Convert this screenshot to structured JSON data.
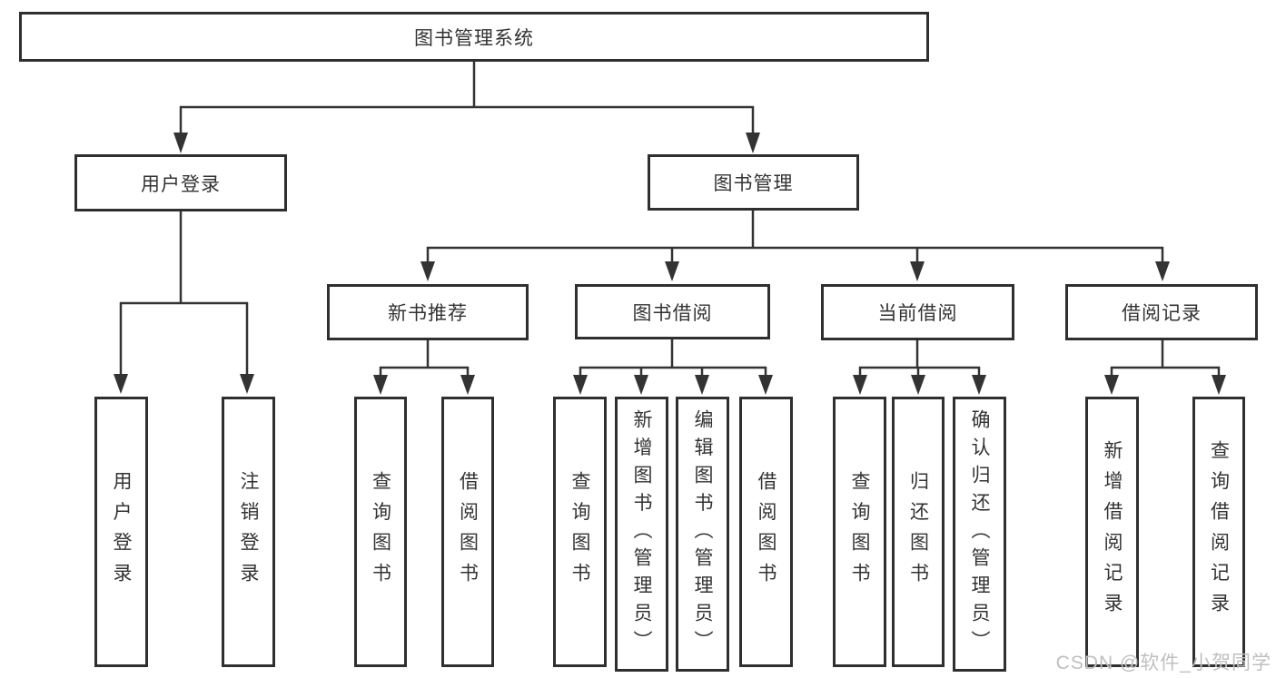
{
  "diagram": {
    "type": "org-tree",
    "root": {
      "label": "图书管理系统",
      "children": [
        {
          "label": "用户登录",
          "children": [
            {
              "label": "用户登录"
            },
            {
              "label": "注销登录"
            }
          ]
        },
        {
          "label": "图书管理",
          "children": [
            {
              "label": "新书推荐",
              "children": [
                {
                  "label": "查询图书"
                },
                {
                  "label": "借阅图书"
                }
              ]
            },
            {
              "label": "图书借阅",
              "children": [
                {
                  "label": "查询图书"
                },
                {
                  "label": "新增图书（管理员）"
                },
                {
                  "label": "编辑图书（管理员）"
                },
                {
                  "label": "借阅图书"
                }
              ]
            },
            {
              "label": "当前借阅",
              "children": [
                {
                  "label": "查询图书"
                },
                {
                  "label": "归还图书"
                },
                {
                  "label": "确认归还（管理员）"
                }
              ]
            },
            {
              "label": "借阅记录",
              "children": [
                {
                  "label": "新增借阅记录"
                },
                {
                  "label": "查询借阅记录"
                }
              ]
            }
          ]
        }
      ]
    }
  },
  "watermark": {
    "text": "CSDN @软件_小贺同学"
  },
  "colors": {
    "line": "#333333",
    "box-border": "#2f2f2f",
    "box-fill": "#ffffff",
    "text": "#333333",
    "bg": "#ffffff",
    "watermark": "#bfbfbf"
  }
}
